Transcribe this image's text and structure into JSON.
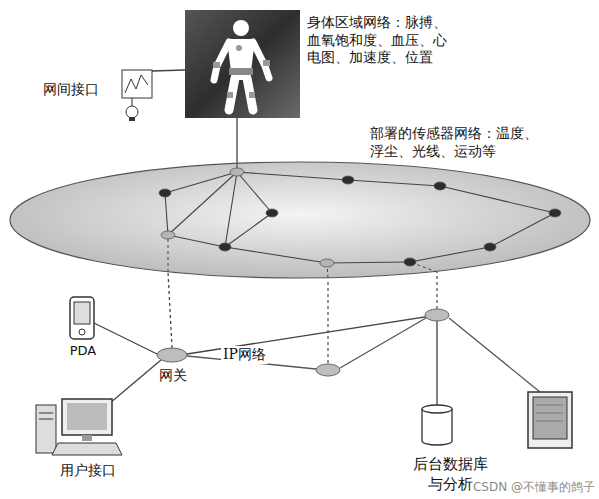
{
  "diagram": {
    "nodes": [
      {
        "text": [
          "身体区域网络：脉搏、血氧饱和度、血压、心电图、加速度、位置"
        ]
      },
      {
        "text": [
          "网间接口"
        ]
      },
      {
        "text": [
          "部署的传感器网络：温度、浮尘、光线、运动等"
        ]
      },
      {
        "text": [
          "网关"
        ]
      },
      {
        "text": [
          "PDA"
        ]
      },
      {
        "text": [
          "用户接口"
        ]
      },
      {
        "text": [
          "后台数据库与分析"
        ]
      }
    ],
    "edges": [
      {
        "from": 0,
        "to": 2,
        "arrow": "none"
      },
      {
        "from": 1,
        "to": 0,
        "arrow": "none"
      },
      {
        "from": 3,
        "to": 2,
        "arrow": "none"
      },
      {
        "from": 4,
        "to": 3,
        "arrow": "none"
      },
      {
        "from": 5,
        "to": 3,
        "arrow": "none"
      },
      {
        "from": 3,
        "to": 6,
        "arrow": "none"
      }
    ],
    "labels": [
      "IP网络",
      "CSDN @不懂事的鸽子"
    ]
  }
}
